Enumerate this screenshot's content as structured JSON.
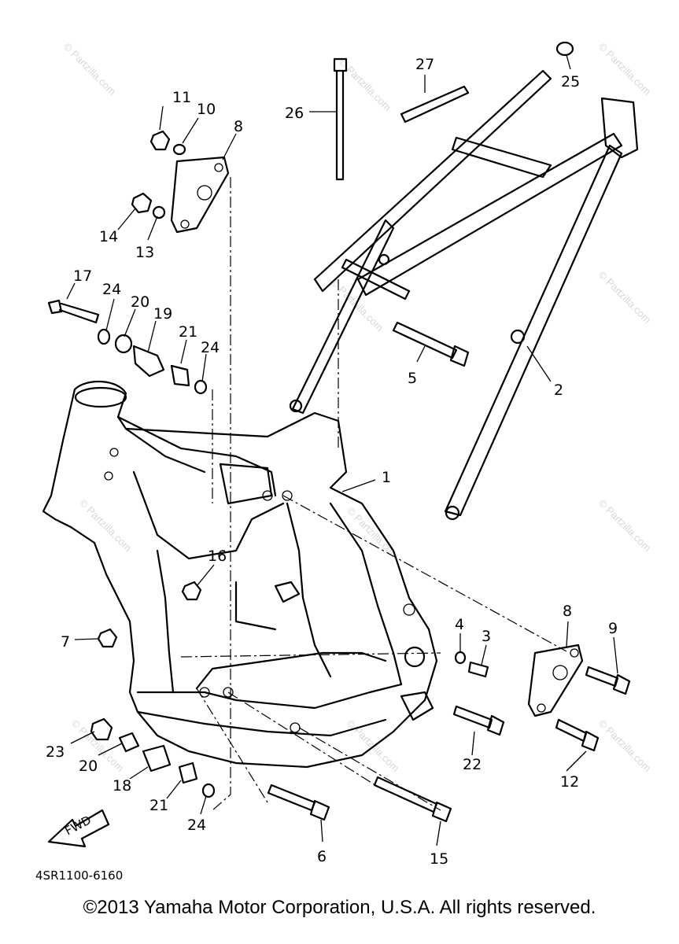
{
  "diagram": {
    "callouts": [
      "1",
      "2",
      "3",
      "4",
      "5",
      "6",
      "7",
      "8",
      "8",
      "9",
      "10",
      "11",
      "12",
      "13",
      "14",
      "15",
      "16",
      "17",
      "18",
      "19",
      "20",
      "20",
      "21",
      "21",
      "22",
      "23",
      "24",
      "24",
      "24",
      "25",
      "26",
      "27"
    ],
    "direction_label": "FWD",
    "diagram_code": "4SR1100-6160",
    "watermark": "© Partzilla.com"
  },
  "copyright": "©2013 Yamaha Motor Corporation, U.S.A. All rights reserved."
}
